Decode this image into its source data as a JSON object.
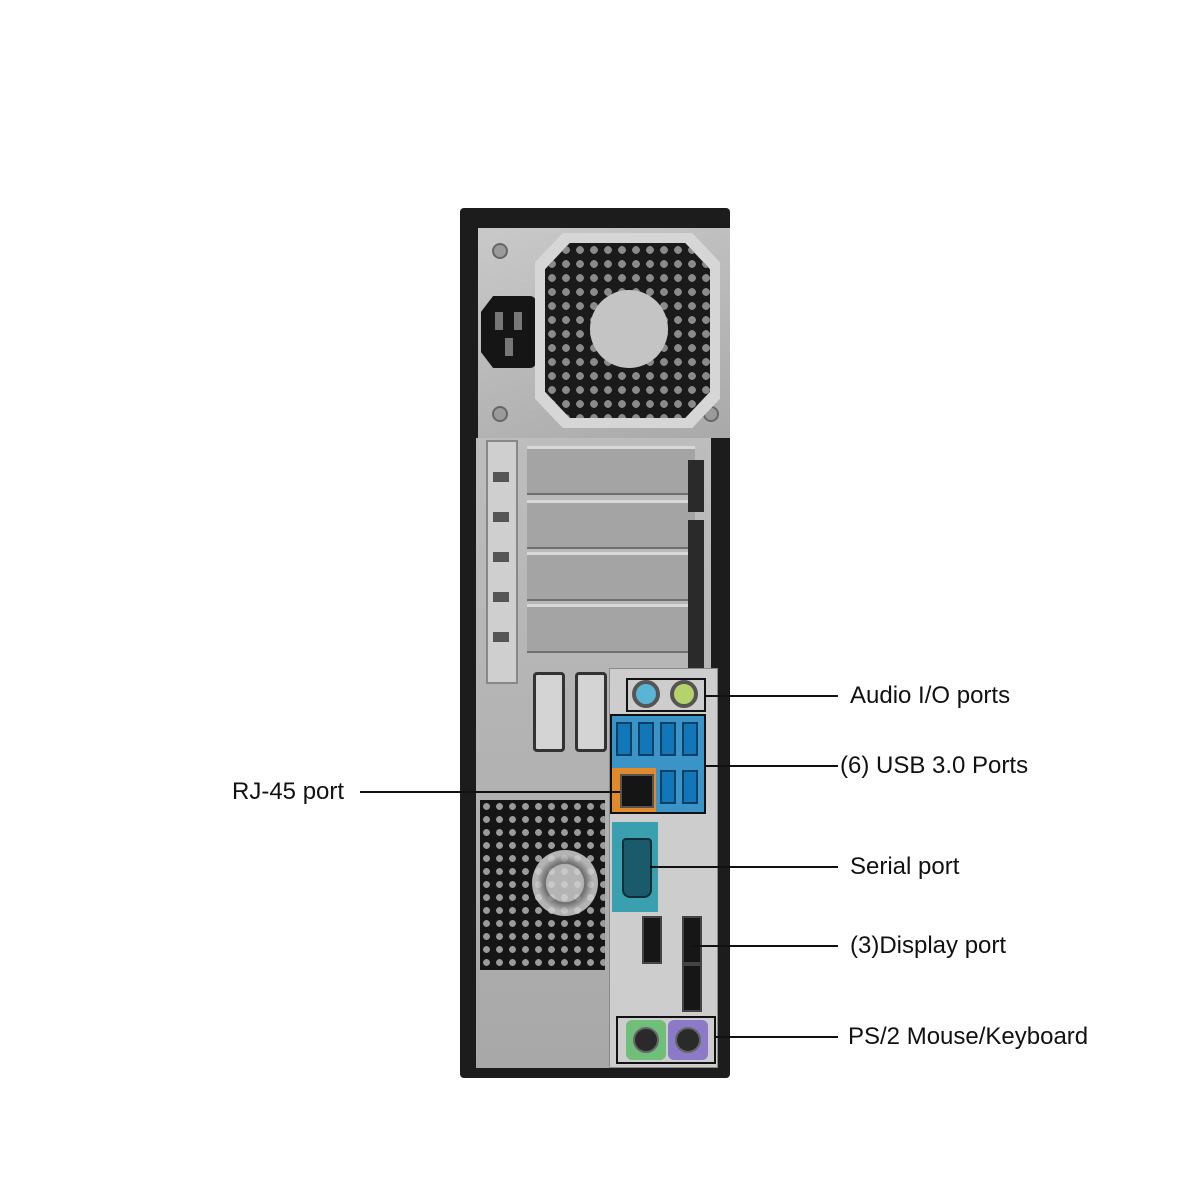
{
  "labels": {
    "audio": "Audio I/O ports",
    "usb": "(6) USB 3.0 Ports",
    "rj45": "RJ-45 port",
    "serial": "Serial port",
    "display": "(3)Display port",
    "ps2": "PS/2 Mouse/Keyboard"
  },
  "colors": {
    "audio_in": "#5ab4d6",
    "audio_out": "#b5d36a",
    "usb": "#1177b8",
    "rj45": "#e08a2c",
    "serial": "#3aa0b0",
    "ps2_mouse": "#6fbf7a",
    "ps2_keyboard": "#8b7ac8"
  }
}
